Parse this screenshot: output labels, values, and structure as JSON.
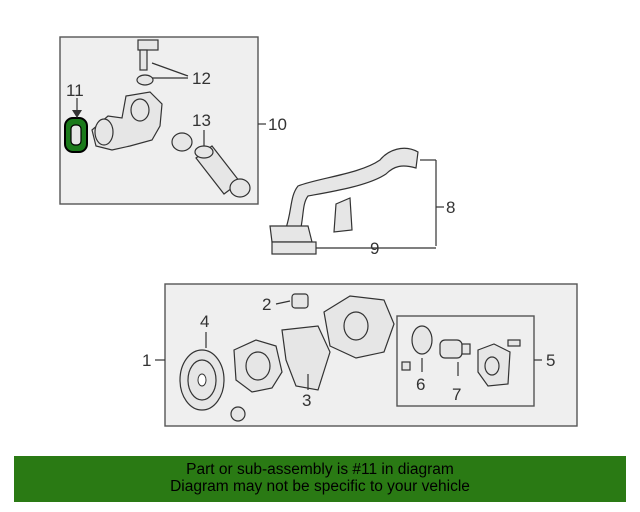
{
  "callouts": {
    "c1": "1",
    "c2": "2",
    "c3": "3",
    "c4": "4",
    "c5": "5",
    "c6": "6",
    "c7": "7",
    "c8": "8",
    "c9": "9",
    "c10": "10",
    "c11": "11",
    "c12": "12",
    "c13": "13"
  },
  "highlighted_part": "11",
  "colors": {
    "banner": "#2a7a14",
    "highlight": "#1b7a1b",
    "box": "#efefef"
  },
  "banner": {
    "line1": "Part or sub-assembly is #11 in diagram",
    "line2": "Diagram may not be specific to your vehicle"
  }
}
